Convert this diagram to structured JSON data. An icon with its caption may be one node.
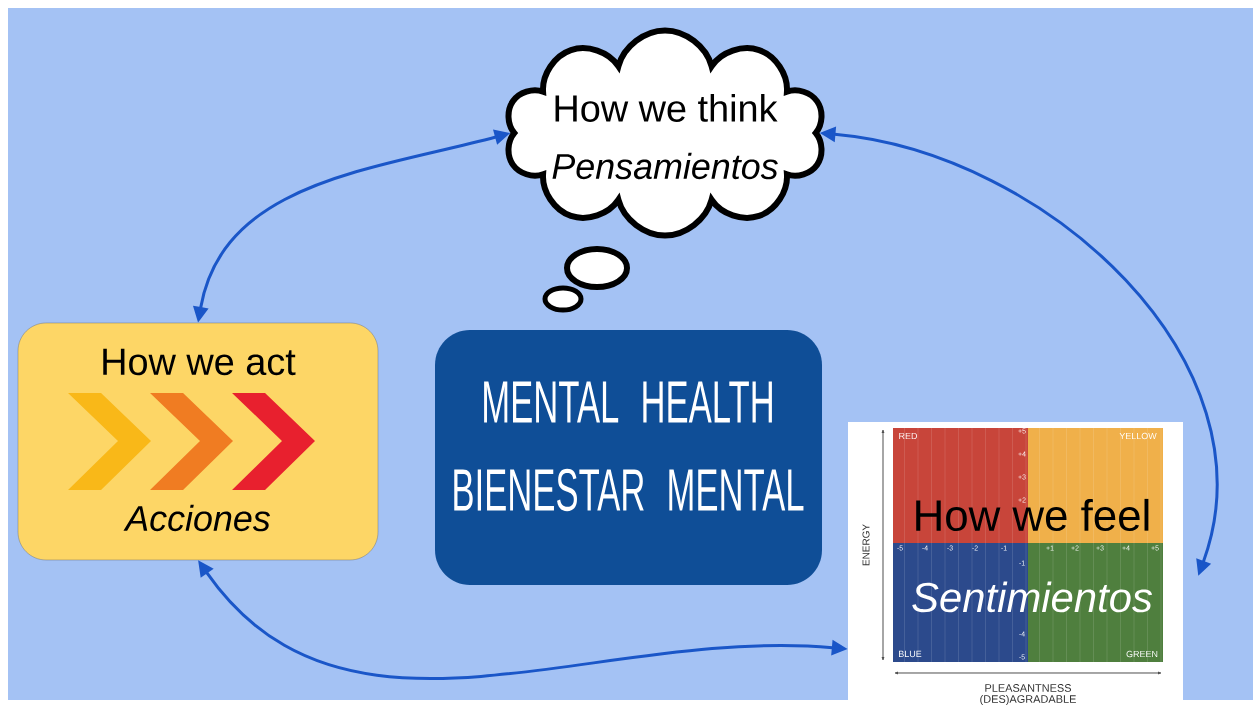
{
  "diagram": {
    "nodes": [
      {
        "text": [
          "How we think",
          "*Pensamientos*"
        ]
      },
      {
        "text": [
          "How we act",
          "*Acciones*"
        ]
      },
      {
        "text": [
          "MENTAL HEALTH",
          "BIENESTAR MENTAL"
        ]
      },
      {
        "text": [
          "How we feel",
          "*Sentimientos*"
        ]
      }
    ],
    "edges": [
      {
        "from": 0,
        "to": 1,
        "arrow": "both"
      },
      {
        "from": 0,
        "to": 3,
        "arrow": "both"
      },
      {
        "from": 1,
        "to": 3,
        "arrow": "both"
      }
    ],
    "labels": [
      "RED",
      "+5",
      "YELLOW",
      "+4",
      "+3",
      "+2",
      "-5",
      "-4",
      "-3",
      "-2",
      "-1",
      "+1",
      "+2",
      "+3",
      "+4",
      "+5",
      "-1",
      "-4",
      "BLUE",
      "-5",
      "GREEN",
      "ENERGY",
      "PLEASANTNESS",
      "(DES)AGRADABLE"
    ]
  }
}
